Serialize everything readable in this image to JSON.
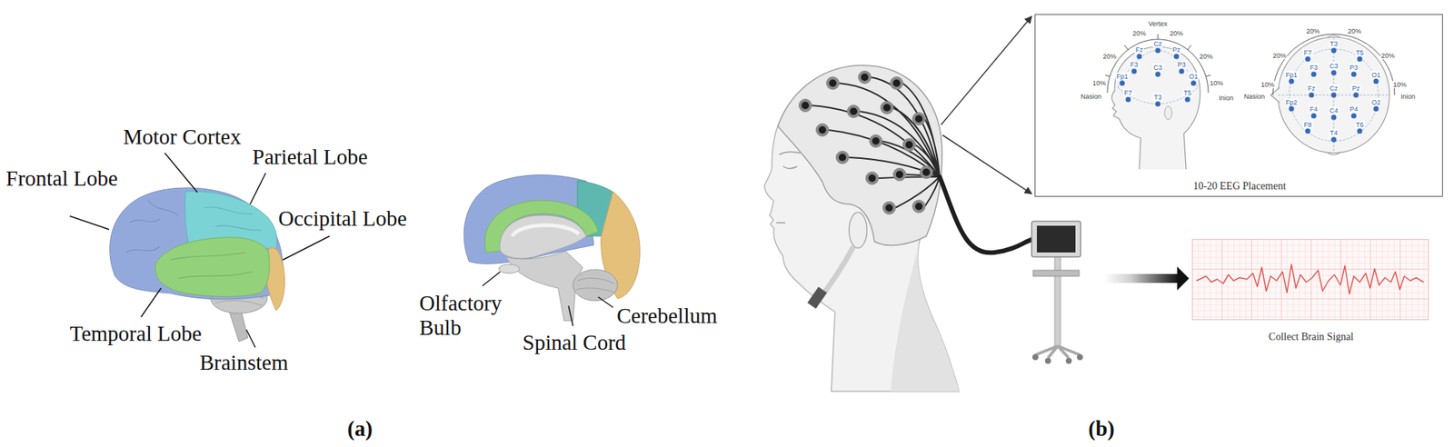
{
  "diagram": {
    "nodes": [
      {
        "text": [
          "10-20 EEG Placement"
        ]
      },
      {
        "text": [
          "Collect Brain Signal"
        ]
      }
    ],
    "labels": [
      "Frontal Lobe",
      "Motor Cortex",
      "Parietal Lobe",
      "Occipital Lobe",
      "Temporal Lobe",
      "Brainstem",
      "Olfactory Bulb",
      "Spinal Cord",
      "Cerebellum",
      "(a)",
      "(b)",
      "10%",
      "20%",
      "20%",
      "Vertex",
      "20%",
      "20%",
      "10%",
      "Nasion",
      "Inion",
      "Fp1",
      "F7",
      "F3",
      "Fz",
      "Cz",
      "C3",
      "T3",
      "Pz",
      "P3",
      "T5",
      "O1",
      "10%",
      "20%",
      "20%",
      "20%",
      "20%",
      "10%",
      "Nasion",
      "Inion",
      "Fp1",
      "Fp2",
      "F7",
      "F3",
      "Fz",
      "F4",
      "F8",
      "T3",
      "C3",
      "Cz",
      "C4",
      "T4",
      "T5",
      "P3",
      "Pz",
      "P4",
      "T6",
      "O1",
      "O2"
    ]
  }
}
